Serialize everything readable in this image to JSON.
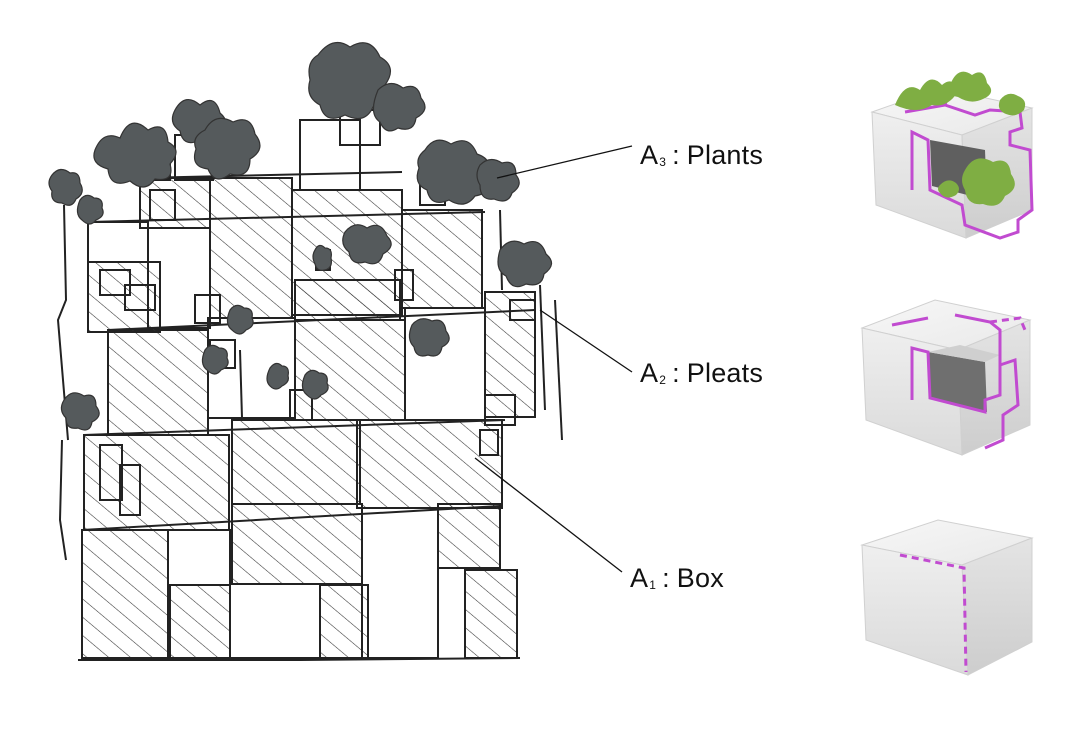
{
  "labels": [
    {
      "letter": "A",
      "index": "3",
      "separator": ":",
      "text": "Plants"
    },
    {
      "letter": "A",
      "index": "2",
      "separator": ":",
      "text": "Pleats"
    },
    {
      "letter": "A",
      "index": "1",
      "separator": ":",
      "text": "Box"
    }
  ],
  "colors": {
    "ink": "#222222",
    "foliage": "#555a5c",
    "accent": "#c14bd0",
    "box_light": "#f1f1f1",
    "box_side": "#dedede",
    "box_dark": "#c9c9c9",
    "plant_green": "#7fae43"
  }
}
